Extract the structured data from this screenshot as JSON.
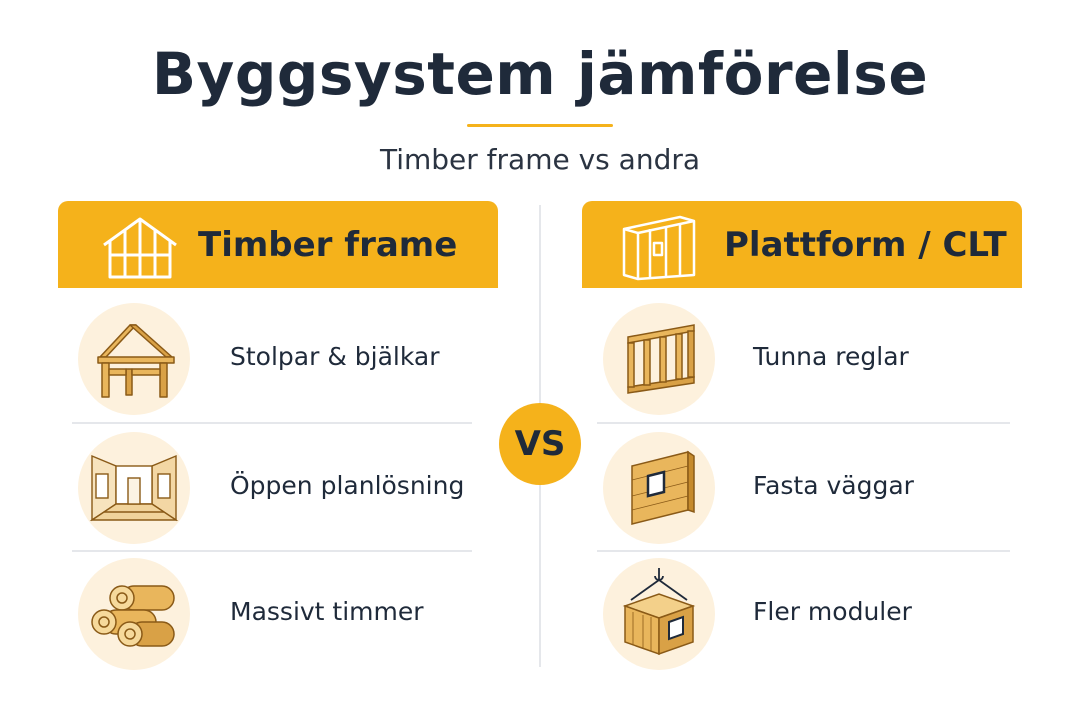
{
  "header": {
    "title": "Byggsystem jämförelse",
    "subtitle": "Timber frame vs andra"
  },
  "vs_label": "VS",
  "colors": {
    "accent": "#f5b21b",
    "text_dark": "#1f2a3a",
    "icon_bg": "#fdf1dd",
    "wood": "#e9b65c",
    "wood_dark": "#c58a2c"
  },
  "left_panel": {
    "title": "Timber frame",
    "icon": "house-frame-icon",
    "items": [
      {
        "label": "Stolpar & bjälkar",
        "icon": "post-and-beam-icon"
      },
      {
        "label": "Öppen planlösning",
        "icon": "open-room-icon"
      },
      {
        "label": "Massivt timmer",
        "icon": "log-pile-icon"
      }
    ]
  },
  "right_panel": {
    "title": "Plattform / CLT",
    "icon": "wall-panel-icon",
    "items": [
      {
        "label": "Tunna reglar",
        "icon": "stud-wall-icon"
      },
      {
        "label": "Fasta väggar",
        "icon": "solid-wall-icon"
      },
      {
        "label": "Fler moduler",
        "icon": "crane-module-icon"
      }
    ]
  }
}
